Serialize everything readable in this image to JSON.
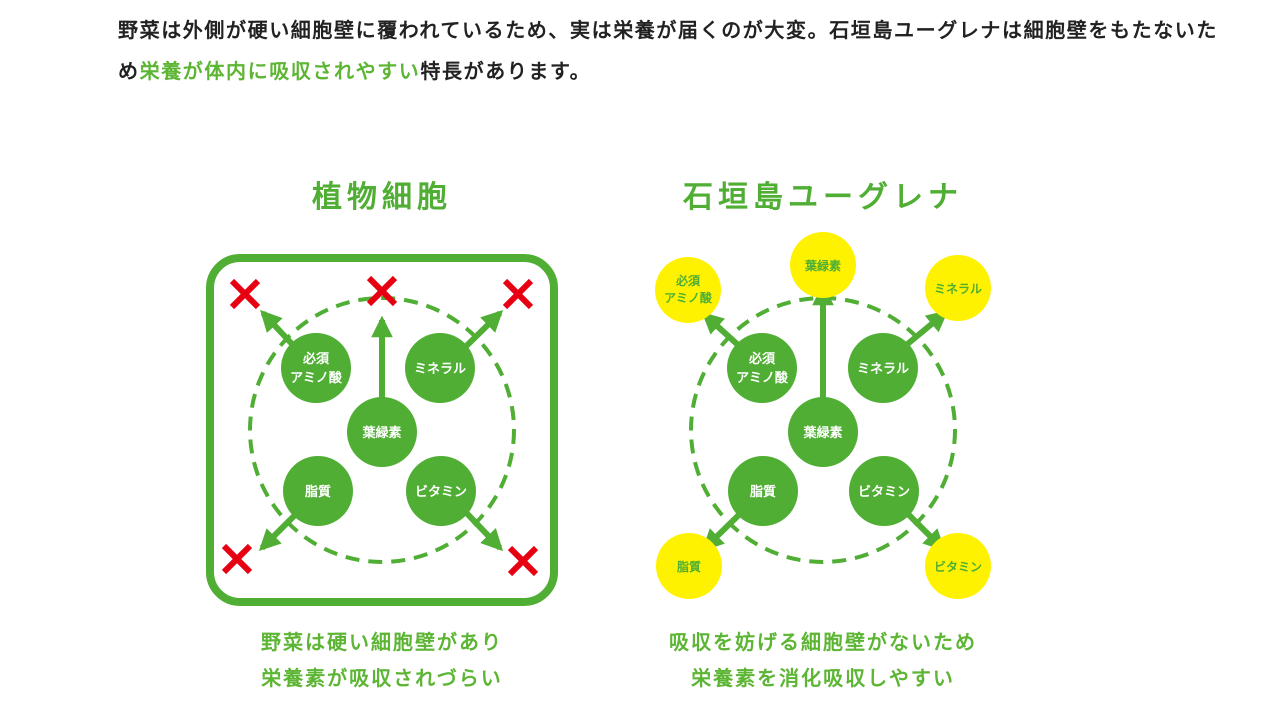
{
  "intro": {
    "text_before": "野菜は外側が硬い細胞壁に覆われているため、実は栄養が届くのが大変。石垣島ユーグレナは細胞壁をもたないため",
    "highlight": "栄養が体内に吸収されやすい",
    "text_after": "特長があります。"
  },
  "colors": {
    "green": "#4fae33",
    "highlight_text": "#5cb533",
    "yellow": "#fff200",
    "blocked": "#e60012",
    "body_text": "#222222"
  },
  "panels": {
    "plant": {
      "title": "植物細胞",
      "nutrients": {
        "amino_line1": "必須",
        "amino_line2": "アミノ酸",
        "mineral": "ミネラル",
        "chlorophyll": "葉緑素",
        "lipid": "脂質",
        "vitamin": "ビタミン"
      },
      "caption_line1": "野菜は硬い細胞壁があり",
      "caption_line2": "栄養素が吸収されづらい"
    },
    "euglena": {
      "title": "石垣島ユーグレナ",
      "nutrients": {
        "amino_line1": "必須",
        "amino_line2": "アミノ酸",
        "mineral": "ミネラル",
        "chlorophyll": "葉緑素",
        "lipid": "脂質",
        "vitamin": "ビタミン"
      },
      "absorbed": {
        "amino_line1": "必須",
        "amino_line2": "アミノ酸",
        "chlorophyll": "葉緑素",
        "mineral": "ミネラル",
        "lipid": "脂質",
        "vitamin": "ビタミン"
      },
      "caption_line1": "吸収を妨げる細胞壁がないため",
      "caption_line2": "栄養素を消化吸収しやすい"
    }
  }
}
